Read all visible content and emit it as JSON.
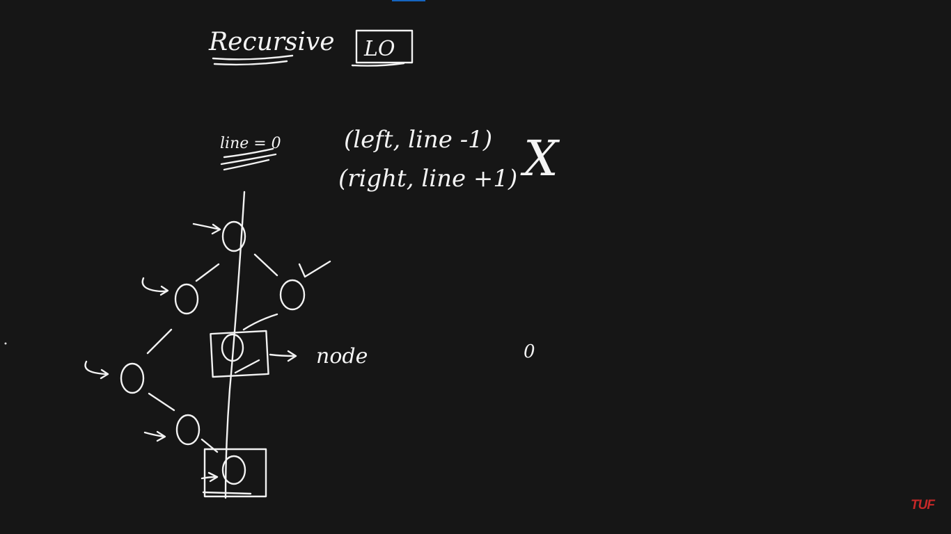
{
  "board": {
    "title": "Recursive",
    "title_box": "LO",
    "level_label": "line = 0",
    "call_left": "(left, line -1)",
    "call_right": "(right, line +1)",
    "cross_mark": "X",
    "node_label": "node",
    "stray_node": "0"
  },
  "tree": {
    "nodes": [
      "root",
      "left",
      "right",
      "left-left",
      "left-left-right",
      "left-left-right-right",
      "right-left"
    ],
    "boxed_nodes": [
      "right-left",
      "left-left-right-right"
    ]
  },
  "watermark": {
    "text": "TUF",
    "color": "#c62828"
  },
  "colors": {
    "background": "#161616",
    "ink": "#f2f2f2",
    "accent_bar": "#1565c0"
  }
}
